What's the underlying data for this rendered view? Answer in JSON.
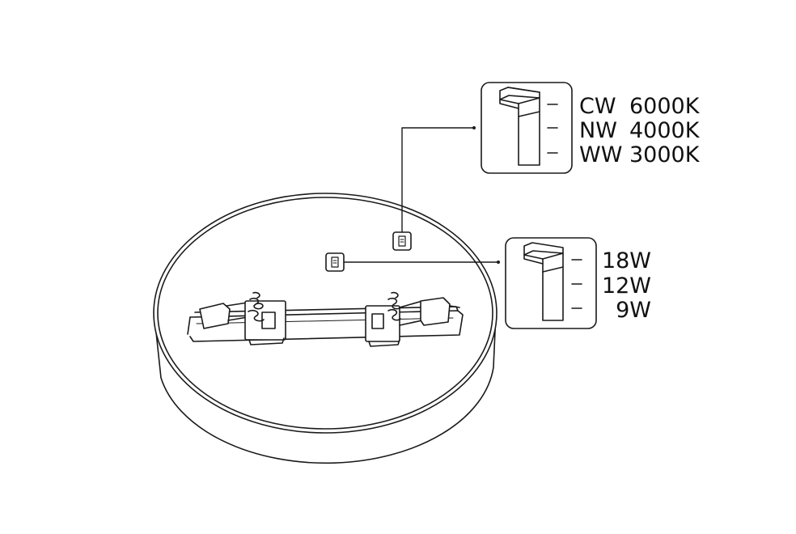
{
  "colors": {
    "stroke": "#1a1a1a",
    "fill": "#ffffff"
  },
  "color_temperature_switch": {
    "icon": "slide-switch-icon",
    "options": [
      {
        "code": "CW",
        "value": "6000K"
      },
      {
        "code": "NW",
        "value": "4000K"
      },
      {
        "code": "WW",
        "value": "3000K"
      }
    ]
  },
  "power_switch": {
    "icon": "slide-switch-icon",
    "options": [
      {
        "value": "18W"
      },
      {
        "value": "12W"
      },
      {
        "value": "9W"
      }
    ]
  },
  "fixture": {
    "icon": "round-ceiling-light-icon"
  }
}
